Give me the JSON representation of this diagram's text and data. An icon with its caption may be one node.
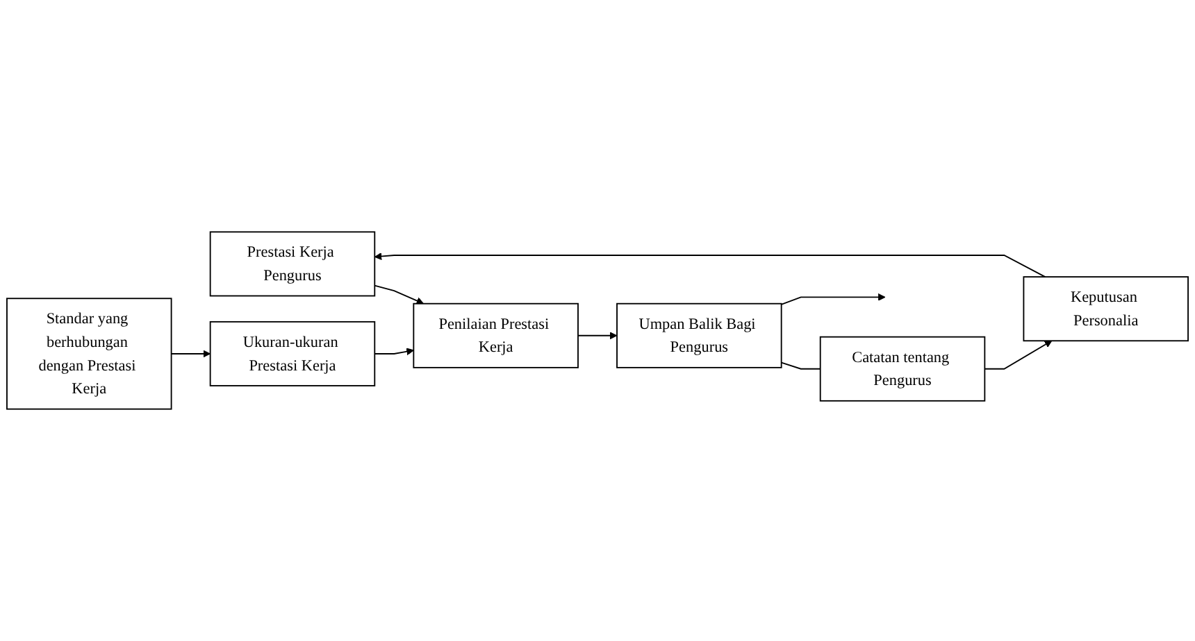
{
  "diagram": {
    "nodes": [
      {
        "text": [
          "Prestasi Kerja Pengurus"
        ]
      },
      {
        "text": [
          "Penilaian Prestasi Kerja"
        ]
      },
      {
        "text": [
          "Umpan Balik Bagi Pengurus"
        ]
      },
      {
        "text": [
          "Ukuran-ukuran Prestasi Kerja"
        ]
      },
      {
        "text": [
          "Standar yang berhubungan dengan Prestasi Kerja"
        ]
      },
      {
        "text": [
          "Keputusan Personalia"
        ]
      },
      {
        "text": [
          "Catatan tentang Pengurus"
        ]
      }
    ],
    "edges": [
      {
        "from": 0,
        "to": 1,
        "arrow": "to"
      },
      {
        "from": 1,
        "to": 2,
        "arrow": "to"
      },
      {
        "from": 3,
        "to": 1,
        "arrow": "to"
      },
      {
        "from": 4,
        "to": 3,
        "arrow": "to"
      },
      {
        "from": 2,
        "to": 6,
        "arrow": "none"
      },
      {
        "from": 2,
        "to": null,
        "arrow": "to"
      },
      {
        "from": 6,
        "to": 5,
        "arrow": "to"
      },
      {
        "from": 5,
        "to": 0,
        "arrow": "to"
      }
    ]
  }
}
